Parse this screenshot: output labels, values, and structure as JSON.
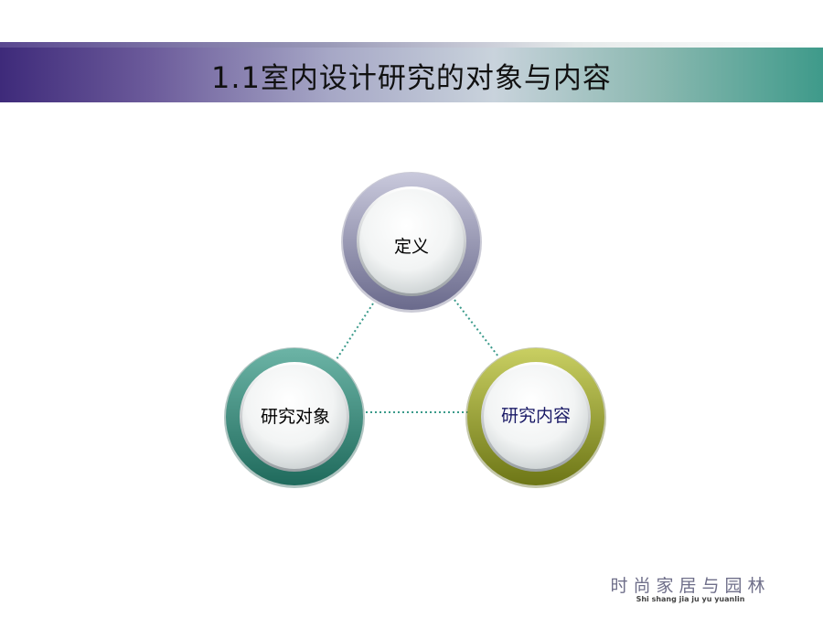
{
  "title": {
    "number": "1.1",
    "text": "室内设计研究的对象与内容"
  },
  "nodes": {
    "top": {
      "label": "定义",
      "ring_color": "#8a8aa8"
    },
    "left": {
      "label": "研究对象",
      "ring_color": "#2f8474"
    },
    "right": {
      "label": "研究内容",
      "ring_color": "#8f9a2a"
    }
  },
  "brand": {
    "name": "时尚家居与园林",
    "pinyin": "Shi shang jia ju yu yuanlin"
  },
  "colors": {
    "connector": "#3a9a8a",
    "title_start": "#3e2a7a",
    "title_end": "#3e9a8a"
  }
}
